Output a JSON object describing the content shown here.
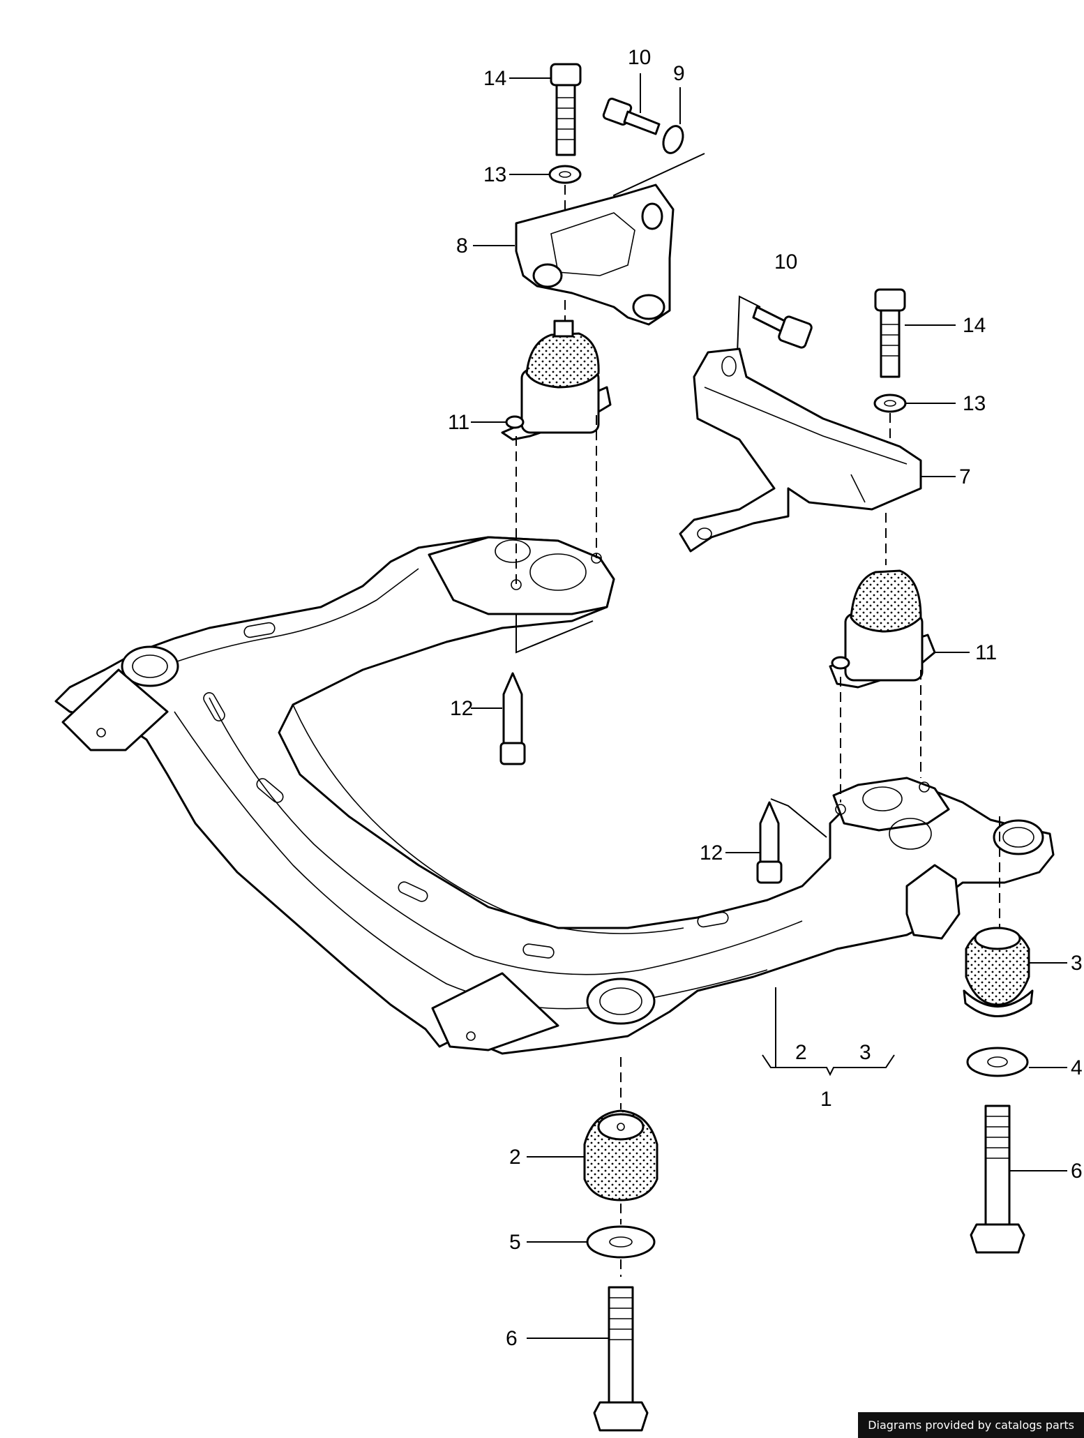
{
  "callouts": [
    {
      "id": "c14a",
      "text": "14"
    },
    {
      "id": "c10a",
      "text": "10"
    },
    {
      "id": "c9",
      "text": "9"
    },
    {
      "id": "c13a",
      "text": "13"
    },
    {
      "id": "c8",
      "text": "8"
    },
    {
      "id": "c11a",
      "text": "11"
    },
    {
      "id": "c12a",
      "text": "12"
    },
    {
      "id": "c10b",
      "text": "10"
    },
    {
      "id": "c14b",
      "text": "14"
    },
    {
      "id": "c13b",
      "text": "13"
    },
    {
      "id": "c7",
      "text": "7"
    },
    {
      "id": "c11b",
      "text": "11"
    },
    {
      "id": "c12b",
      "text": "12"
    },
    {
      "id": "c3a",
      "text": "3"
    },
    {
      "id": "c4",
      "text": "4"
    },
    {
      "id": "c6a",
      "text": "6"
    },
    {
      "id": "c2a",
      "text": "2"
    },
    {
      "id": "c3b",
      "text": "3"
    },
    {
      "id": "c1",
      "text": "1"
    },
    {
      "id": "c2b",
      "text": "2"
    },
    {
      "id": "c5",
      "text": "5"
    },
    {
      "id": "c6b",
      "text": "6"
    }
  ],
  "credit": "Diagrams provided by catalogs parts"
}
